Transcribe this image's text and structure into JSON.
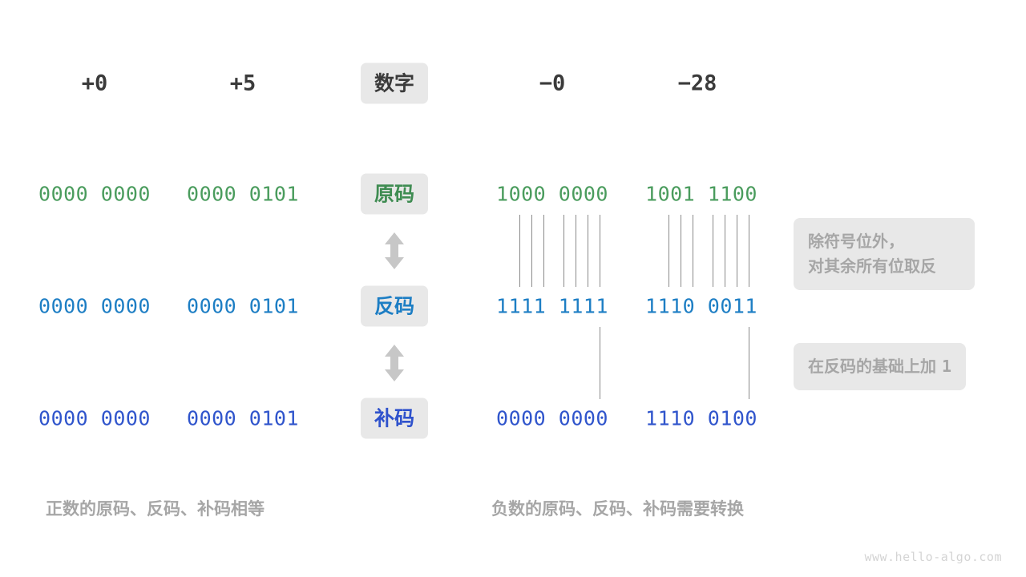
{
  "meta": {
    "watermark": "www.hello-algo.com",
    "colors": {
      "background": "#ffffff",
      "pill_bg": "#e8e8e8",
      "header_text": "#3b3b3b",
      "green": "#4a9c5d",
      "blue": "#1d7ec4",
      "indigo": "#3055cc",
      "muted_gray": "#a6a6a6",
      "line_gray": "#8a8a8a",
      "arrow_gray": "#c7c7c7"
    }
  },
  "header": {
    "row_label": "数字",
    "numbers": {
      "pos_zero": "+0",
      "pos_five": "+5",
      "neg_zero": "−0",
      "neg_twentyeight": "−28"
    }
  },
  "row_labels": {
    "true_form": "原码",
    "ones_complement": "反码",
    "twos_complement": "补码"
  },
  "rows": {
    "true_form": {
      "label": "原码",
      "pos_zero": "0000 0000",
      "pos_five": "0000 0101",
      "neg_zero": "1000 0000",
      "neg_twentyeight": "1001 1100"
    },
    "ones_complement": {
      "label": "反码",
      "pos_zero": "0000 0000",
      "pos_five": "0000 0101",
      "neg_zero": "1111 1111",
      "neg_twentyeight": "1110 0011"
    },
    "twos_complement": {
      "label": "补码",
      "pos_zero": "0000 0000",
      "pos_five": "0000 0101",
      "neg_zero": "0000 0000",
      "neg_twentyeight": "1110 0100"
    }
  },
  "notes": {
    "invert": "除符号位外，\n对其余所有位取反",
    "add_one_prefix": "在反码的基础上加 ",
    "add_one_value": "1"
  },
  "captions": {
    "left": "正数的原码、反码、补码相等",
    "right": "负数的原码、反码、补码需要转换"
  },
  "icons": {
    "arrow_true_to_ones": "double-arrow-vertical-icon",
    "arrow_ones_to_twos": "double-arrow-vertical-icon"
  }
}
